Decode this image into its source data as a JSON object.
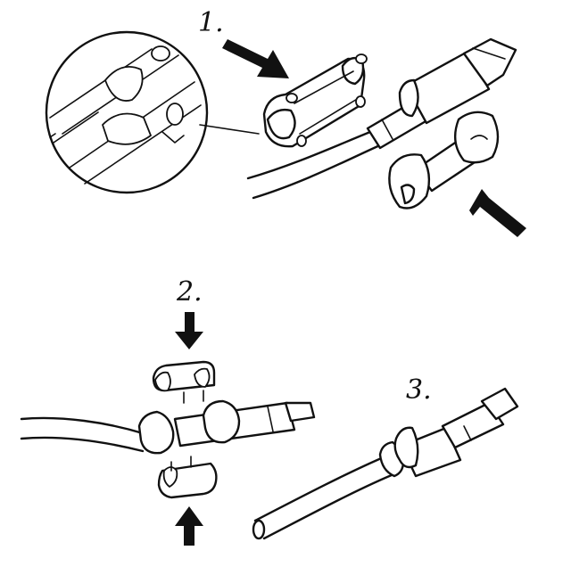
{
  "steps": {
    "step1_label": "1.",
    "step2_label": "2.",
    "step3_label": "3."
  },
  "colors": {
    "line": "#111111",
    "background": "#ffffff"
  }
}
